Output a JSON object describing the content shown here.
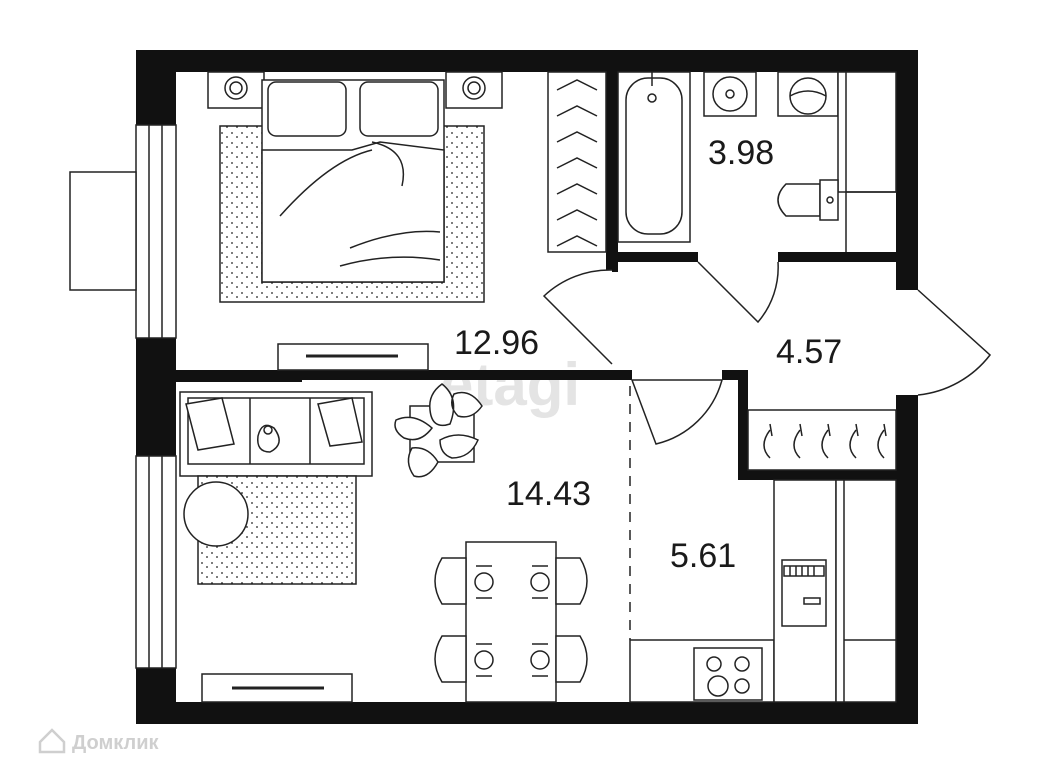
{
  "rooms": [
    {
      "id": "bedroom",
      "area": "12.96"
    },
    {
      "id": "bathroom",
      "area": "3.98"
    },
    {
      "id": "hallway",
      "area": "4.57"
    },
    {
      "id": "living-room",
      "area": "14.43"
    },
    {
      "id": "kitchen",
      "area": "5.61"
    }
  ],
  "watermark": "etagi",
  "brand": "Домклик",
  "colors": {
    "wall": "#111111",
    "line": "#222222",
    "watermark": "#e4e4e4",
    "brand": "#cfcfcf"
  }
}
